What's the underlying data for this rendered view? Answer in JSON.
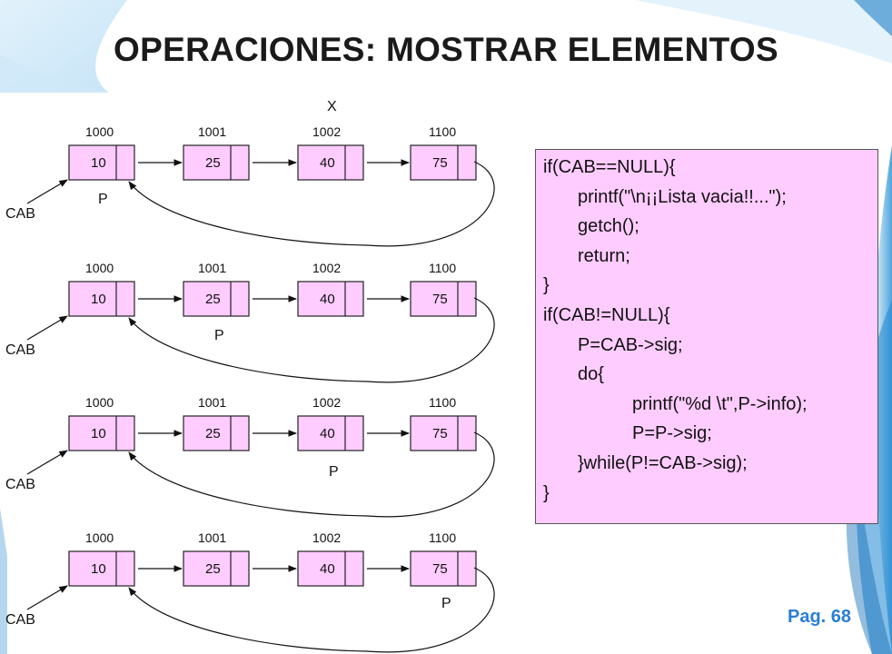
{
  "slide": {
    "title": "OPERACIONES: MOSTRAR ELEMENTOS",
    "page_label": "Pag. 68"
  },
  "colors": {
    "node_fill": "#ffccff",
    "code_box_fill": "#ffccff",
    "accent_blue": "#2a7fd4"
  },
  "diagram": {
    "x_label": "X",
    "head_label": "CAB",
    "pointer_label": "P",
    "rows": [
      {
        "addresses": [
          "1000",
          "1001",
          "1002",
          "1100"
        ],
        "values": [
          "10",
          "25",
          "40",
          "75"
        ],
        "pointer_at": 0
      },
      {
        "addresses": [
          "1000",
          "1001",
          "1002",
          "1100"
        ],
        "values": [
          "10",
          "25",
          "40",
          "75"
        ],
        "pointer_at": 1
      },
      {
        "addresses": [
          "1000",
          "1001",
          "1002",
          "1100"
        ],
        "values": [
          "10",
          "25",
          "40",
          "75"
        ],
        "pointer_at": 2
      },
      {
        "addresses": [
          "1000",
          "1001",
          "1002",
          "1100"
        ],
        "values": [
          "10",
          "25",
          "40",
          "75"
        ],
        "pointer_at": 3
      }
    ]
  },
  "code": [
    {
      "indent": 0,
      "text": "if(CAB==NULL){"
    },
    {
      "indent": 1,
      "text": "printf(\"\\n¡¡Lista vacia!!...\");"
    },
    {
      "indent": 1,
      "text": "getch();"
    },
    {
      "indent": 1,
      "text": "return;"
    },
    {
      "indent": 0,
      "text": "}"
    },
    {
      "indent": 0,
      "text": "if(CAB!=NULL){"
    },
    {
      "indent": 1,
      "text": "P=CAB->sig;"
    },
    {
      "indent": 1,
      "text": "do{"
    },
    {
      "indent": 2,
      "text": "printf(\"%d \\t\",P->info);"
    },
    {
      "indent": 2,
      "text": "P=P->sig;"
    },
    {
      "indent": 1,
      "text": "}while(P!=CAB->sig);"
    },
    {
      "indent": 0,
      "text": "}"
    }
  ]
}
